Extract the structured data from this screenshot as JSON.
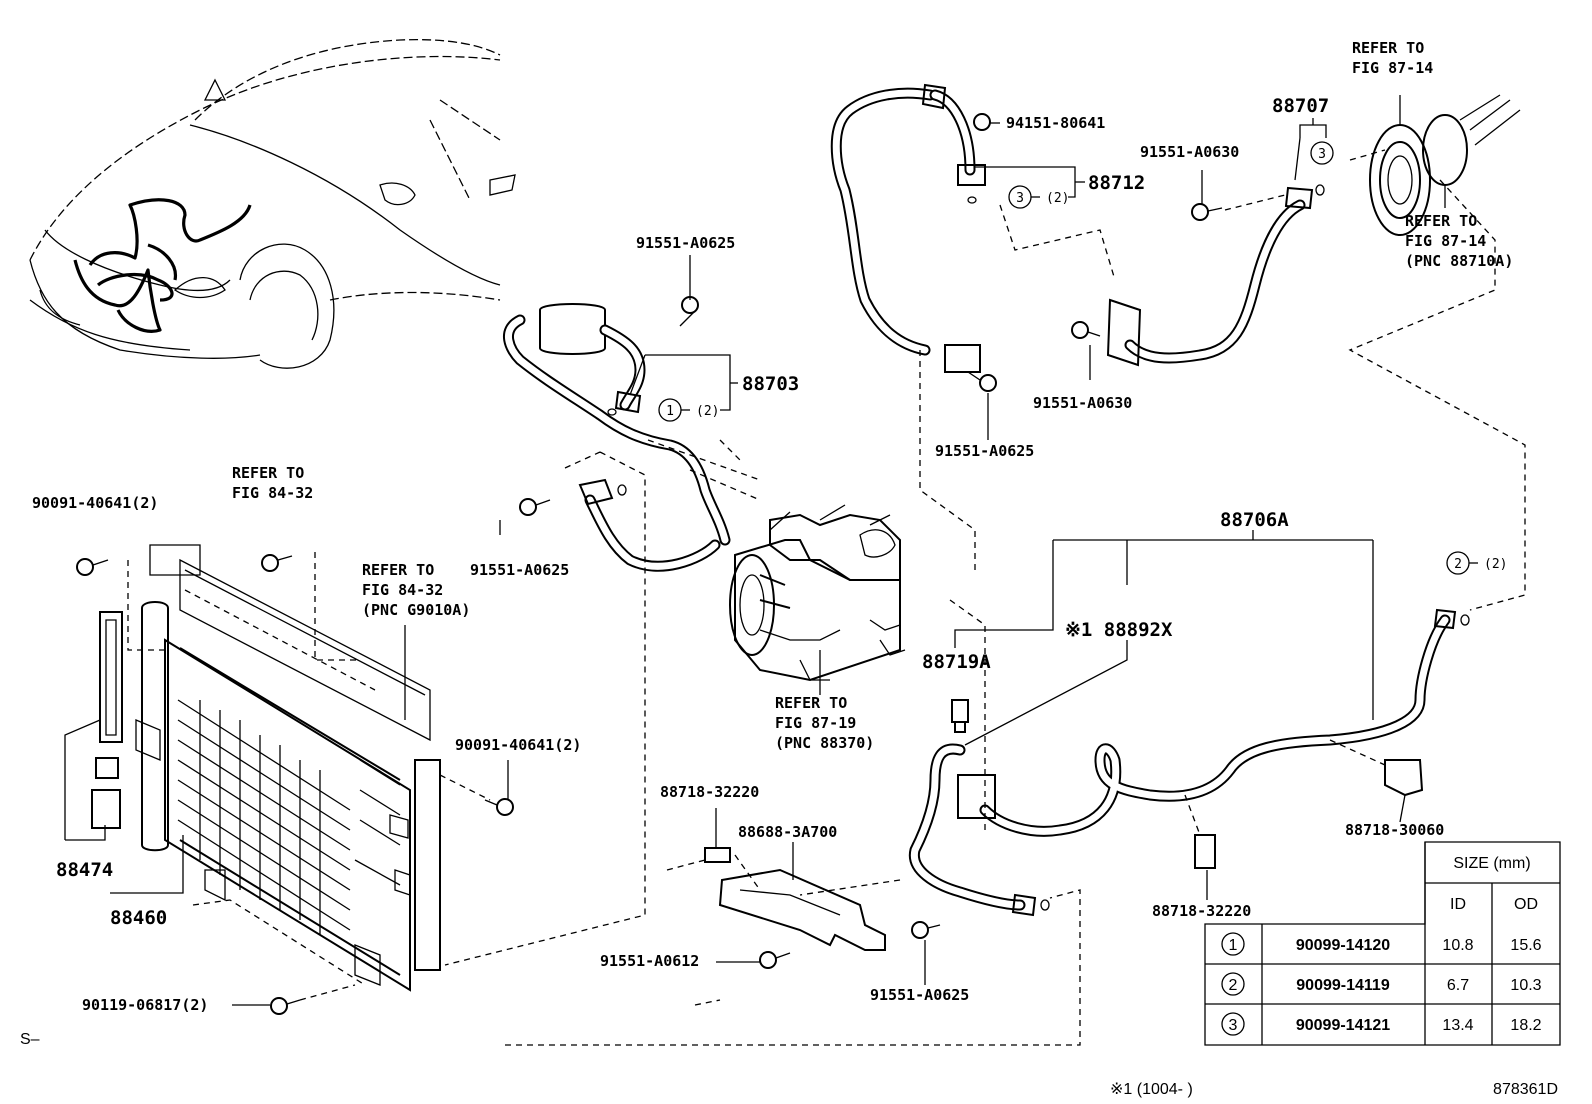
{
  "diagram_code": "878361D",
  "corner_mark": "S–",
  "footnote": "※1 (1004-    )",
  "refs": {
    "fig_84_32_top_l1": "REFER TO",
    "fig_84_32_top_l2": "FIG 84-32",
    "fig_84_32_mid_l1": "REFER TO",
    "fig_84_32_mid_l2": "FIG 84-32",
    "fig_84_32_mid_l3": "(PNC G9010A)",
    "fig_87_19_l1": "REFER TO",
    "fig_87_19_l2": "FIG 87-19",
    "fig_87_19_l3": "(PNC 88370)",
    "fig_87_14_top_l1": "REFER TO",
    "fig_87_14_top_l2": "FIG 87-14",
    "fig_87_14_r_l1": "REFER TO",
    "fig_87_14_r_l2": "FIG 87-14",
    "fig_87_14_r_l3": "(PNC 88710A)"
  },
  "parts": {
    "p88703": "88703",
    "p88707": "88707",
    "p88712": "88712",
    "p88706A": "88706A",
    "p88719A": "88719A",
    "p88892X": "※1 88892X",
    "p88474": "88474",
    "p88460": "88460",
    "p94151": "94151-80641",
    "p91551_0630_top": "91551-A0630",
    "p91551_0630_mid": "91551-A0630",
    "p91551_0625_a": "91551-A0625",
    "p91551_0625_b": "91551-A0625",
    "p91551_0625_c": "91551-A0625",
    "p91551_0625_d": "91551-A0625",
    "p91551_0612": "91551-A0612",
    "p90091_a": "90091-40641(2)",
    "p90091_b": "90091-40641(2)",
    "p90119": "90119-06817(2)",
    "p88718_32220_a": "88718-32220",
    "p88718_32220_b": "88718-32220",
    "p88718_30060": "88718-30060",
    "p88688": "88688-3A700"
  },
  "callouts": {
    "c1": "1",
    "c1q": "(2)",
    "c2": "2",
    "c2q": "(2)",
    "c3a": "3",
    "c3aq": "(2)",
    "c3b": "3"
  },
  "size_table": {
    "title": "SIZE (mm)",
    "col_id": "ID",
    "col_od": "OD",
    "rows": [
      {
        "key": "1",
        "part": "90099-14120",
        "id": "10.8",
        "od": "15.6"
      },
      {
        "key": "2",
        "part": "90099-14119",
        "id": "6.7",
        "od": "10.3"
      },
      {
        "key": "3",
        "part": "90099-14121",
        "id": "13.4",
        "od": "18.2"
      }
    ]
  }
}
